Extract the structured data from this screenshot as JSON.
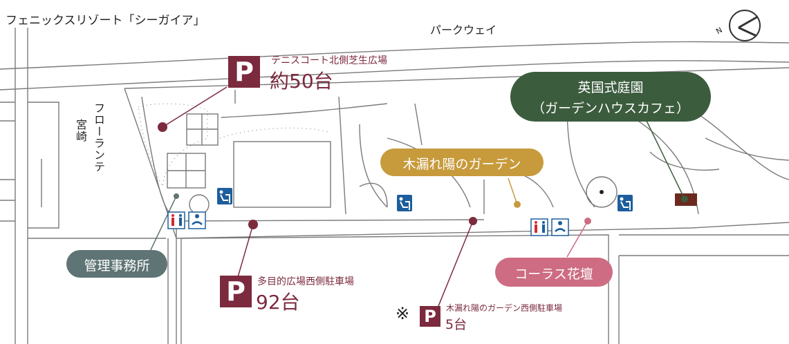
{
  "map": {
    "title": "フェニックスリゾート「シーガイア」",
    "road_top": "パークウェイ",
    "road_left_line1": "フローランテ",
    "road_left_line2": "宮崎",
    "compass_letter": "N",
    "colors": {
      "parking": "#7c2a3e",
      "garden_green": "#3c5c3e",
      "komorebi_gold": "#c79a3c",
      "office_gray": "#5f7474",
      "chorus_pink": "#cd6c82",
      "road_line": "#777777",
      "facility_icon": "#1d5e9c"
    }
  },
  "parking": {
    "north": {
      "symbol": "P",
      "name": "テニスコート北側芝生広場",
      "count": "約50台"
    },
    "west": {
      "symbol": "P",
      "name": "多目的広場西側駐車場",
      "count": "92台"
    },
    "garden_west": {
      "note_mark": "※",
      "symbol": "P",
      "name": "木漏れ陽のガーデン西側駐車場",
      "count": "5台"
    }
  },
  "labels": {
    "english_garden_line1": "英国式庭園",
    "english_garden_line2": "（ガーデンハウスカフェ）",
    "komorebi_garden": "木漏れ陽のガーデン",
    "office": "管理事務所",
    "chorus_flowerbed": "コーラス花壇"
  },
  "icons": [
    "drinking-fountain-icon",
    "restroom-icon",
    "baby-changing-icon",
    "compass-icon"
  ]
}
